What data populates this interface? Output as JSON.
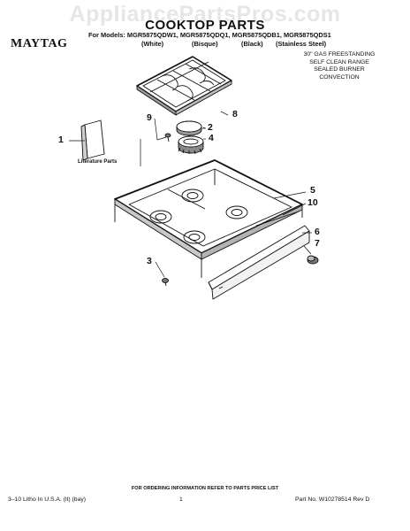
{
  "watermark": "AppliancePartsPros.com",
  "header": {
    "title": "COOKTOP PARTS",
    "models_line": "For Models: MGR5875QDW1, MGR5875QDQ1, MGR5875QDB1, MGR5875QDS1",
    "finishes": [
      "(White)",
      "(Bisque)",
      "(Black)",
      "(Stainless Steel)"
    ],
    "brand": "MAYTAG"
  },
  "description": [
    "30\" GAS FREESTANDING",
    "SELF CLEAN RANGE",
    "SEALED BURNER",
    "CONVECTION"
  ],
  "diagram": {
    "literature_label": "Literature Parts",
    "callouts": [
      "1",
      "2",
      "3",
      "4",
      "5",
      "6",
      "7",
      "8",
      "9",
      "10"
    ]
  },
  "footer": {
    "center_note": "FOR ORDERING INFORMATION REFER TO PARTS PRICE LIST",
    "left": "3–10 Litho In U.S.A. (lt) (bay)",
    "page": "1",
    "part_no": "Part No. W10278514 Rev D"
  },
  "colors": {
    "watermark": "#e6e6e6",
    "ink": "#111111",
    "shading": "#9a9a9a"
  }
}
